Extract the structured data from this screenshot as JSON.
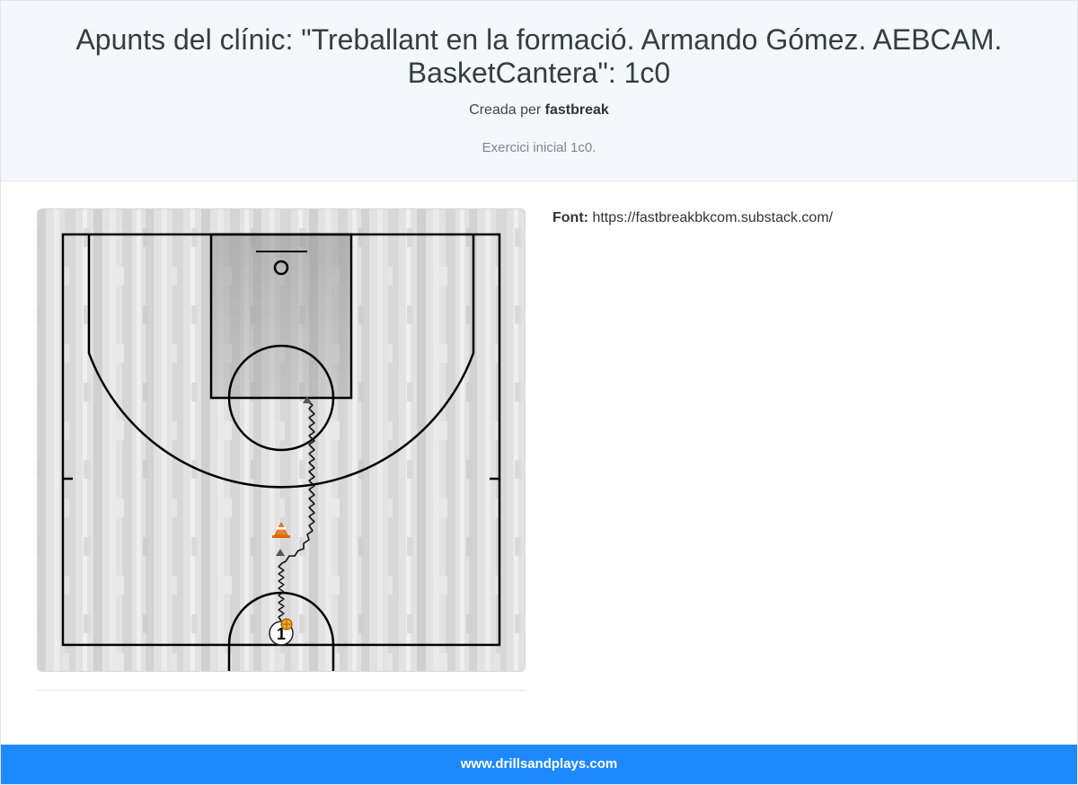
{
  "header": {
    "title": "Apunts del clínic: \"Treballant en la formació. Armando Gómez. AEBCAM. BasketCantera\": 1c0",
    "created_by_prefix": "Creada per",
    "author": "fastbreak",
    "description": "Exercici inicial 1c0."
  },
  "diagram": {
    "player_number": "1",
    "icons": [
      "player-marker",
      "basketball-icon",
      "traffic-cone-icon",
      "dribble-path"
    ]
  },
  "source": {
    "label": "Font:",
    "url": "https://fastbreakbkcom.substack.com/"
  },
  "footer": {
    "site": "www.drillsandplays.com"
  },
  "colors": {
    "footer_bg": "#1e88ff",
    "header_bg": "#f4f8fc",
    "cone": "#f58220",
    "ball": "#f5a623"
  }
}
